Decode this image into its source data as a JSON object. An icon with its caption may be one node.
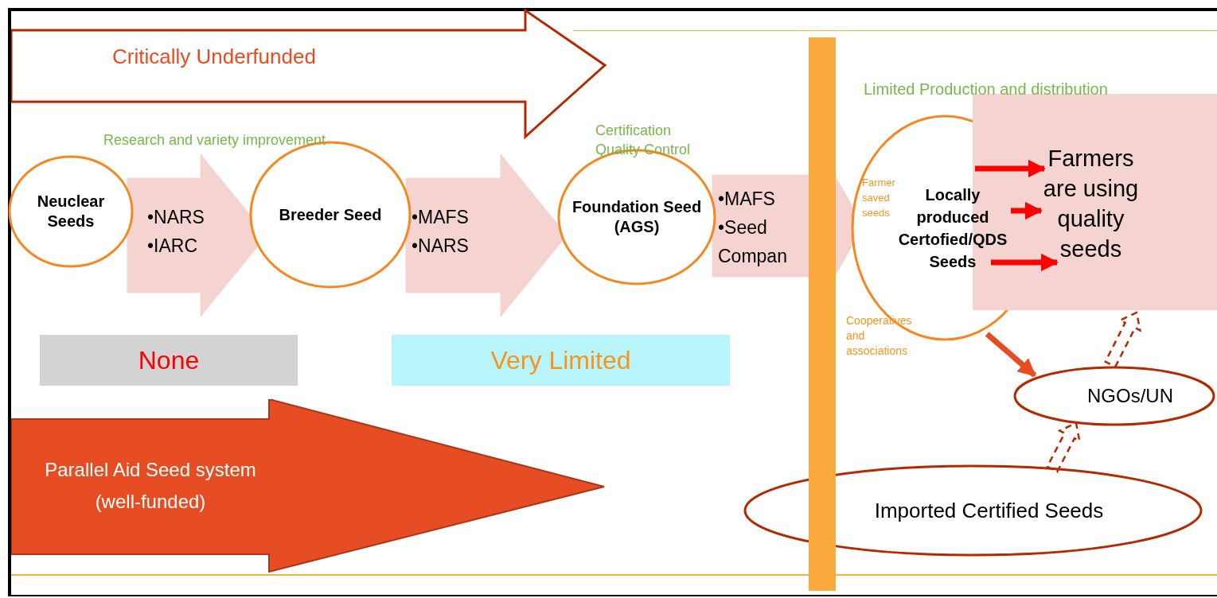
{
  "diagram": {
    "nodes": [
      {
        "text": [
          "Critically Underfunded"
        ]
      },
      {
        "text": [
          "Neuclear Seeds"
        ]
      },
      {
        "text": [
          "Breeder Seed"
        ]
      },
      {
        "text": [
          "Foundation Seed (AGS)"
        ]
      },
      {
        "text": [
          "Farmer saved seeds",
          "Locally produced Certofied/QDS Seeds"
        ],
        "beside": [
          "Cooperatives and associations"
        ]
      },
      {
        "text": [
          "Farmers are using quality seeds"
        ]
      },
      {
        "text": [
          "None"
        ]
      },
      {
        "text": [
          "Very Limited"
        ]
      },
      {
        "text": [
          "NGOs/UN"
        ]
      },
      {
        "text": [
          "Parallel Aid Seed system (well-funded)"
        ]
      },
      {
        "text": [
          "Imported Certified Seeds"
        ]
      },
      {
        "text": [],
        "shape": "bar"
      }
    ],
    "edges": [
      {
        "from": 1,
        "to": 2,
        "arrow": "to",
        "label": "•NARS •IARC",
        "style": "thick",
        "color": "#f4d3d1"
      },
      {
        "from": 2,
        "to": 3,
        "arrow": "to",
        "label": "•MAFS •NARS",
        "style": "thick",
        "color": "#f4d3d1"
      },
      {
        "from": 3,
        "to": 4,
        "arrow": "to",
        "label": "•MAFS •Seed Compan",
        "style": "thick",
        "color": "#f4d3d1"
      },
      {
        "from": 4,
        "to": 5,
        "arrow": "to",
        "color": "#ff0000"
      },
      {
        "from": 4,
        "to": 5,
        "arrow": "to",
        "color": "#ff0000"
      },
      {
        "from": 4,
        "to": 5,
        "arrow": "to",
        "color": "#ff0000"
      },
      {
        "from": 4,
        "to": 8,
        "arrow": "to",
        "color": "#e64d22"
      },
      {
        "from": 10,
        "to": 8,
        "arrow": "to",
        "style": "dashed"
      },
      {
        "from": 8,
        "to": 5,
        "arrow": "to",
        "style": "dashed"
      }
    ],
    "labels": [
      "Research and variety improvement",
      "Certification Quality Control",
      "Limited Production and distribution"
    ]
  }
}
